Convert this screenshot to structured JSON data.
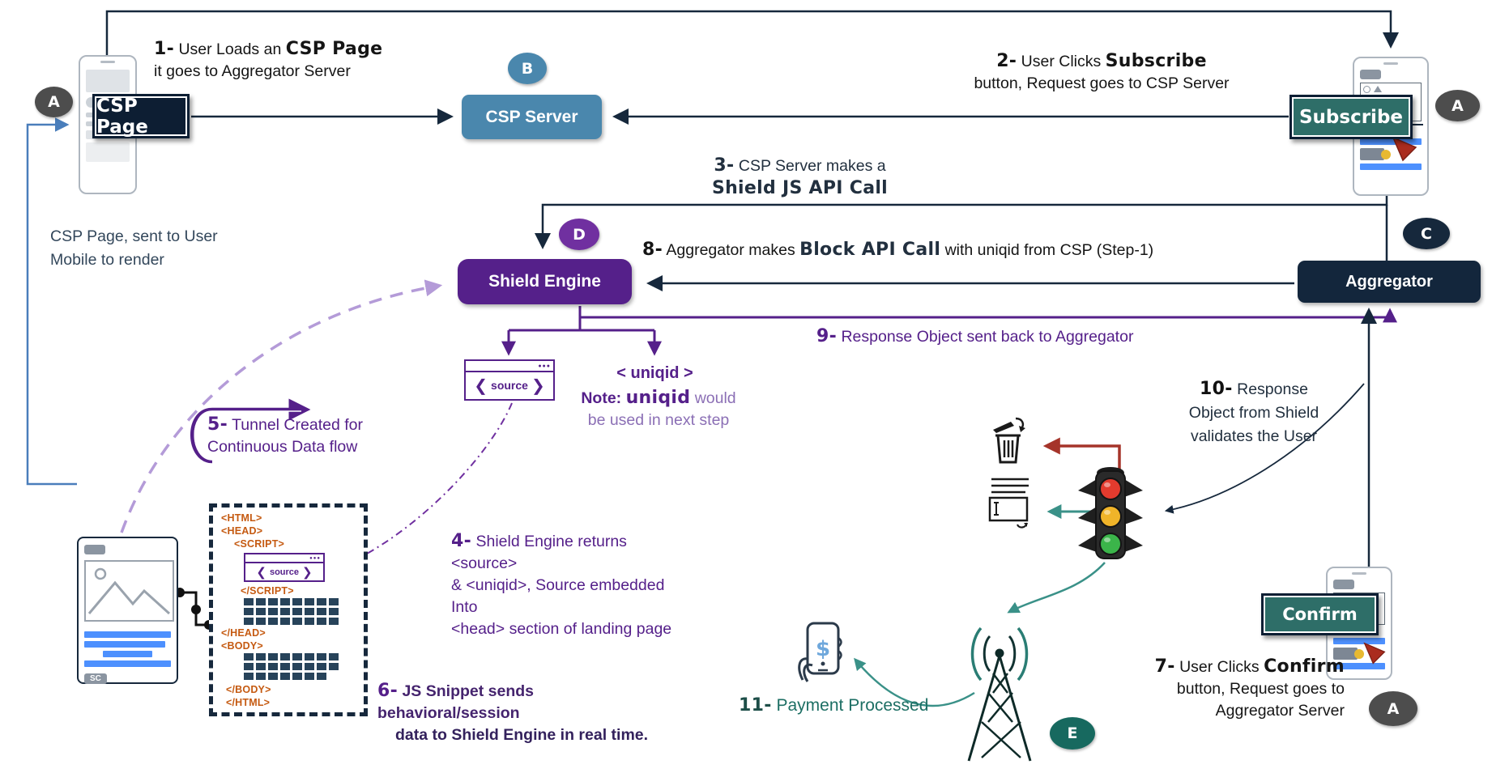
{
  "badges": {
    "a": "A",
    "b": "B",
    "c": "C",
    "d": "D",
    "e": "E"
  },
  "nodes": {
    "csp_page": "CSP Page",
    "csp_server": "CSP Server",
    "shield_engine": "Shield Engine",
    "aggregator": "Aggregator",
    "subscribe": "Subscribe",
    "confirm": "Confirm"
  },
  "steps": {
    "s1": {
      "num": "1-",
      "t1": " User Loads an ",
      "b1": "CSP Page",
      "line2": "it goes  to Aggregator Server"
    },
    "s2": {
      "num": "2-",
      "t1": " User Clicks ",
      "b1": "Subscribe",
      "line2": "button, Request goes to CSP Server"
    },
    "s3": {
      "num": "3-",
      "t1": " CSP Server makes a",
      "b2": "Shield JS API Call"
    },
    "s4": {
      "num": "4-",
      "t1": " Shield Engine returns <source>",
      "line2": "& <uniqid>, Source embedded Into",
      "line3": "<head> section of landing page"
    },
    "s5": {
      "num": "5-",
      "t1": " Tunnel Created for",
      "line2": "Continuous Data flow"
    },
    "s6": {
      "num": "6-",
      "t1": " JS Snippet sends behavioral/session",
      "line2": "data to Shield Engine in real time."
    },
    "s7": {
      "num": "7-",
      "t1": " User Clicks ",
      "b1": "Confirm",
      "line2": "button, Request goes to",
      "line3": "Aggregator Server"
    },
    "s8": {
      "num": "8-",
      "t1": " Aggregator makes ",
      "b1": "Block API Call",
      "t2": " with uniqid from CSP (Step-1)"
    },
    "s9": {
      "num": "9-",
      "t1": " Response Object sent back to Aggregator"
    },
    "s10": {
      "num": "10-",
      "t1": " Response",
      "line2": "Object from Shield",
      "line3": "validates the User"
    },
    "s11": {
      "num": "11-",
      "t1": " Payment Processed"
    }
  },
  "labels": {
    "csp_sent1": "CSP Page, sent to User",
    "csp_sent2": "Mobile to render",
    "uniqid_tag": "< uniqid >",
    "note_prefix": "Note: ",
    "note_bold": "uniqid",
    "note_rest": " would",
    "note_line2": "be used in next step",
    "sc": "SC"
  },
  "source_icon": {
    "label": "source",
    "left": "❮",
    "right": "❯",
    "dots": "●●●"
  },
  "code": {
    "l1": "<HTML>",
    "l2": "<HEAD>",
    "l3": "<SCRIPT>",
    "l4": "</SCRIPT>",
    "l5": "</HEAD>",
    "l6": "<BODY>",
    "l7": "</BODY>",
    "l8": "</HTML>"
  },
  "colors": {
    "navy": "#16283c",
    "blue_box": "#4a87ad",
    "purple": "#55208a",
    "purple_badge": "#7030a0",
    "teal_button": "#2e6e68",
    "teal_arrow": "#3a9188",
    "orange_code": "#c55a11",
    "red_arrow": "#a5342a",
    "light_purple": "#b49bd8",
    "steel_blue": "#4a7ebb",
    "gray_badge": "#4d4d4d",
    "dark_teal_badge": "#17695f",
    "traffic_red": "#e33b2e",
    "traffic_yellow": "#f0b429",
    "traffic_green": "#3bb54a"
  }
}
